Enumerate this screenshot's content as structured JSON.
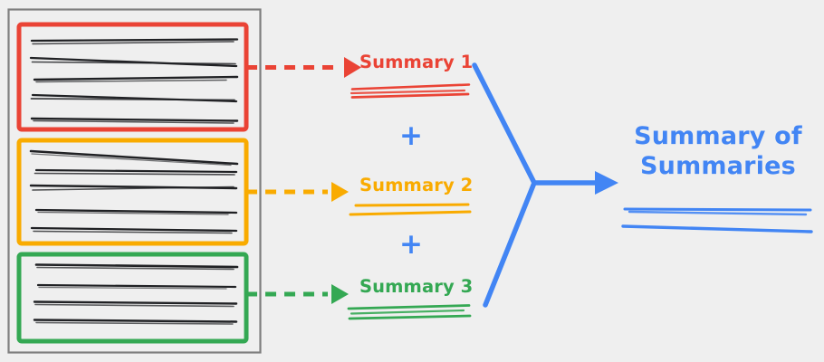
{
  "diagram": {
    "title_text": "Summary of Summaries",
    "colors": {
      "background": "#efefef",
      "container_border": "#808080",
      "red": "#ea4335",
      "orange": "#f9ab00",
      "green": "#34a853",
      "blue": "#4285f4",
      "ink": "#202124"
    },
    "container": {
      "name": "source-documents-container"
    },
    "source_groups": [
      {
        "id": "group-red",
        "color": "#ea4335",
        "line_count": 5
      },
      {
        "id": "group-orange",
        "color": "#f9ab00",
        "line_count": 5
      },
      {
        "id": "group-green",
        "color": "#34a853",
        "line_count": 4
      }
    ],
    "summaries": [
      {
        "id": "summary-1",
        "label": "Summary 1",
        "color": "#ea4335",
        "underline_count": 3
      },
      {
        "id": "summary-2",
        "label": "Summary 2",
        "color": "#f9ab00",
        "underline_count": 2
      },
      {
        "id": "summary-3",
        "label": "Summary 3",
        "color": "#34a853",
        "underline_count": 3
      }
    ],
    "operators": [
      {
        "id": "plus-1",
        "symbol": "+",
        "color": "#4285f4"
      },
      {
        "id": "plus-2",
        "symbol": "+",
        "color": "#4285f4"
      }
    ],
    "final": {
      "line1": "Summary of",
      "line2": "Summaries",
      "color": "#4285f4",
      "underline_count": 3
    },
    "connectors": [
      {
        "id": "arrow-red",
        "style": "dashed",
        "color": "#ea4335"
      },
      {
        "id": "arrow-orange",
        "style": "dashed",
        "color": "#f9ab00"
      },
      {
        "id": "arrow-green",
        "style": "dashed",
        "color": "#34a853"
      },
      {
        "id": "arrow-merge",
        "style": "solid",
        "color": "#4285f4"
      }
    ]
  }
}
